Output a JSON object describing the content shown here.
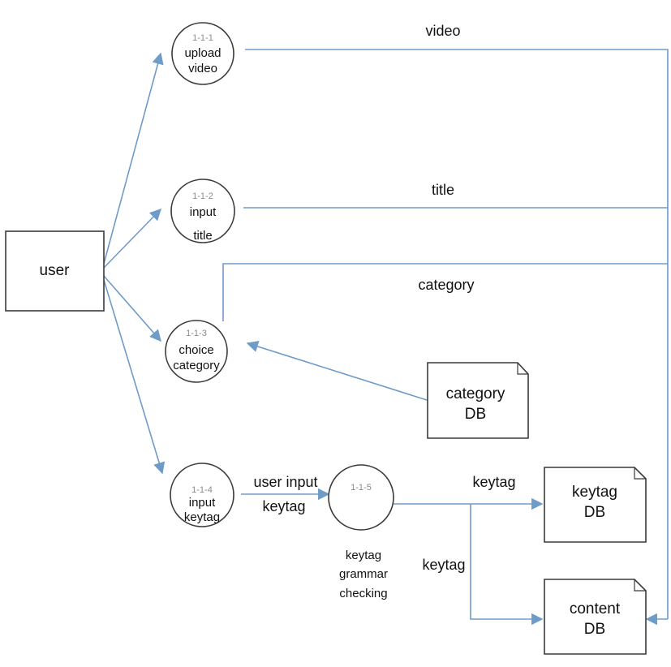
{
  "entities": {
    "user": "user"
  },
  "processes": {
    "p1": {
      "id": "1-1-1",
      "line1": "upload",
      "line2": "video"
    },
    "p2": {
      "id": "1-1-2",
      "line1": "input",
      "line2": "title"
    },
    "p3": {
      "id": "1-1-3",
      "line1": "choice",
      "line2": "category"
    },
    "p4": {
      "id": "1-1-4",
      "line1": "input",
      "line2": "keytag"
    },
    "p5": {
      "id": "1-1-5",
      "line1": "keytag",
      "line2": "grammar",
      "line3": "checking"
    }
  },
  "stores": {
    "category": {
      "line1": "category",
      "line2": "DB"
    },
    "keytag": {
      "line1": "keytag",
      "line2": "DB"
    },
    "content": {
      "line1": "content",
      "line2": "DB"
    }
  },
  "flows": {
    "video": "video",
    "title": "title",
    "category": "category",
    "user_input_1": "user input",
    "user_input_2": "keytag",
    "keytag_to_keytag_db": "keytag",
    "keytag_to_content_db": "keytag"
  },
  "colors": {
    "edge": "#6f9bc9",
    "outline": "#3a3a3a",
    "id_text": "#8a8a8a"
  }
}
